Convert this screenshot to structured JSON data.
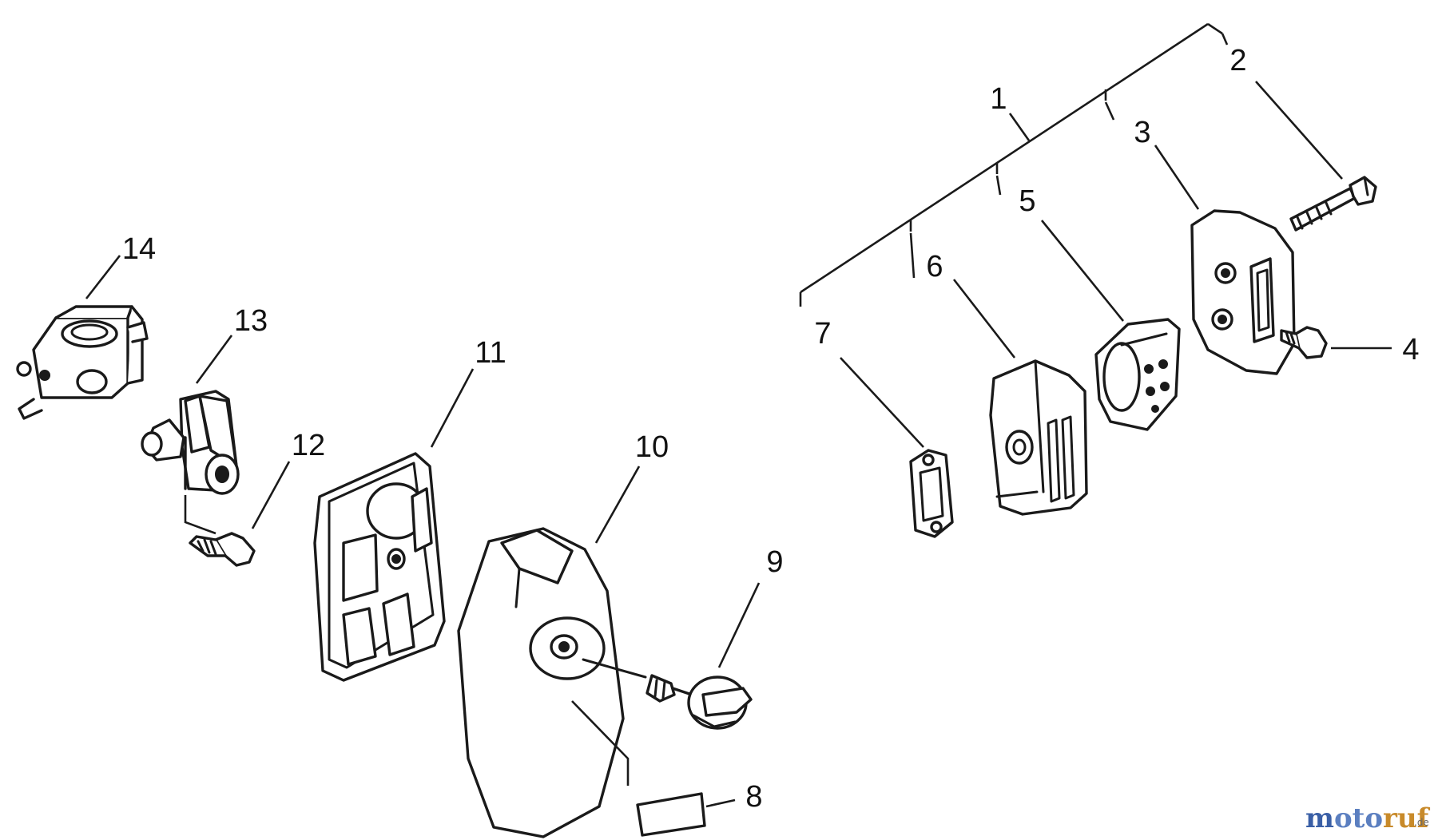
{
  "diagram": {
    "callouts": {
      "c1": "1",
      "c2": "2",
      "c3": "3",
      "c4": "4",
      "c5": "5",
      "c6": "6",
      "c7": "7",
      "c8": "8",
      "c9": "9",
      "c10": "10",
      "c11": "11",
      "c12": "12",
      "c13": "13",
      "c14": "14"
    }
  },
  "watermark": {
    "brand": "motoruf",
    "tld": ".de",
    "colors": {
      "m": "#3a5fa6",
      "oto": "#5b7fc0",
      "ruf": "#c88a2a"
    }
  }
}
